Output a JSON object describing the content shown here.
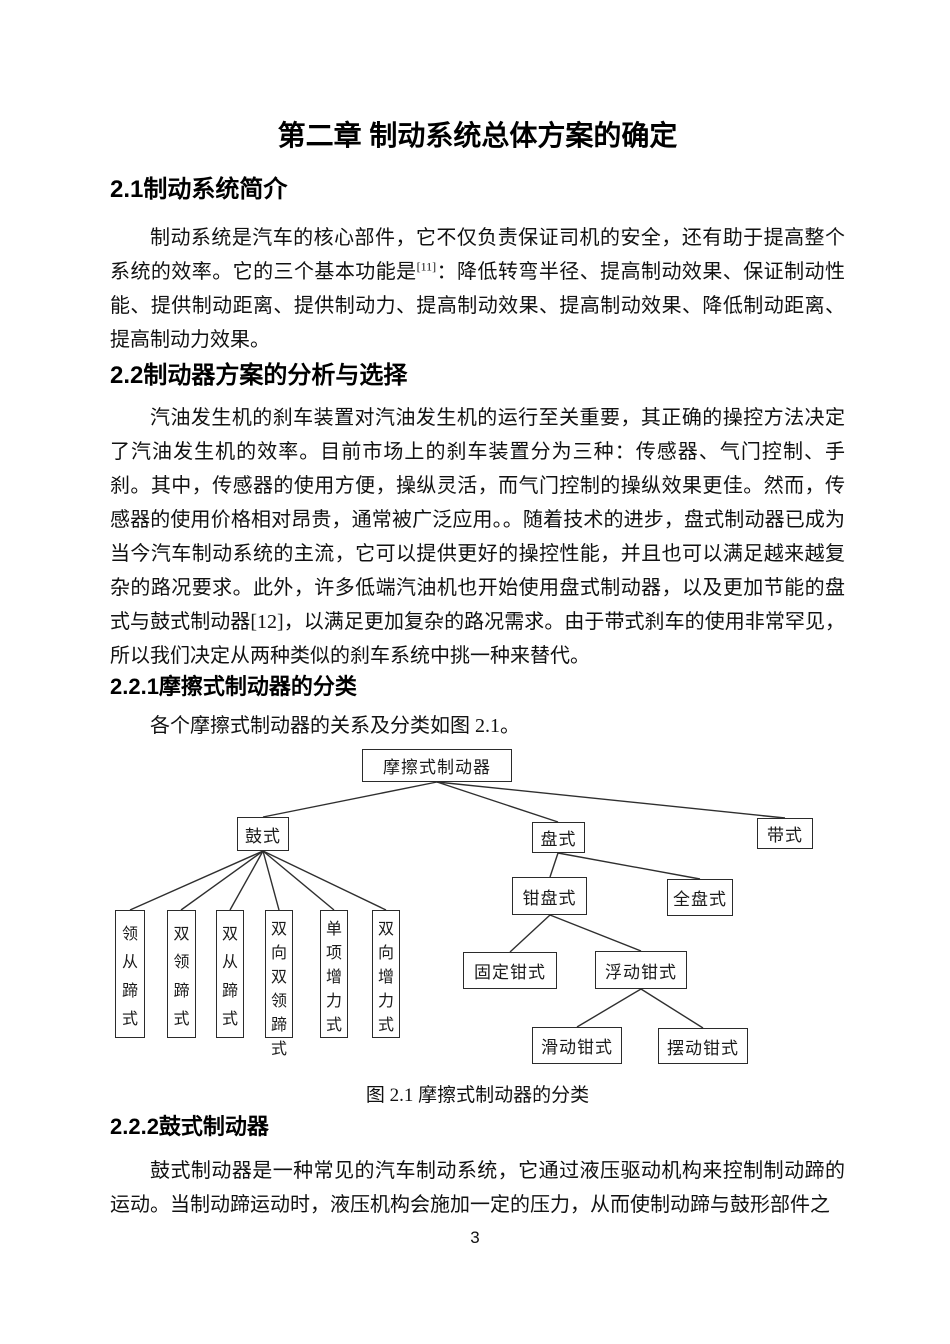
{
  "page": {
    "number": "3"
  },
  "chapter": {
    "title": "第二章 制动系统总体方案的确定"
  },
  "sections": {
    "s21": {
      "heading": "2.1制动系统简介",
      "para_start": "制动系统是汽车的核心部件，它不仅负责保证司机的安全，还有助于提高整个系统的效率。它的三个基本功能是",
      "citation": "[11]",
      "para_end": "：降低转弯半径、提高制动效果、保证制动性能、提供制动距离、提供制动力、提高制动效果、提高制动效果、降低制动距离、提高制动力效果。"
    },
    "s22": {
      "heading": "2.2制动器方案的分析与选择",
      "para": "汽油发生机的刹车装置对汽油发生机的运行至关重要，其正确的操控方法决定了汽油发生机的效率。目前市场上的刹车装置分为三种：传感器、气门控制、手刹。其中，传感器的使用方便，操纵灵活，而气门控制的操纵效果更佳。然而，传感器的使用价格相对昂贵，通常被广泛应用。。随着技术的进步，盘式制动器已成为当今汽车制动系统的主流，它可以提供更好的操控性能，并且也可以满足越来越复杂的路况要求。此外，许多低端汽油机也开始使用盘式制动器，以及更加节能的盘式与鼓式制动器[12]，以满足更加复杂的路况需求。由于带式刹车的使用非常罕见，所以我们决定从两种类似的刹车系统中挑一种来替代。"
    },
    "s221": {
      "heading": "2.2.1摩擦式制动器的分类",
      "intro": "各个摩擦式制动器的关系及分类如图 2.1。"
    },
    "s222": {
      "heading": "2.2.2鼓式制动器",
      "para": "鼓式制动器是一种常见的汽车制动系统，它通过液压驱动机构来控制制动蹄的运动。当制动蹄运动时，液压机构会施加一定的压力，从而使制动蹄与鼓形部件之"
    }
  },
  "figure": {
    "caption": "图 2.1 摩擦式制动器的分类",
    "tree": {
      "root": "摩擦式制动器",
      "level1": [
        "鼓式",
        "盘式",
        "带式"
      ],
      "drum_types": [
        "领从蹄式",
        "双领蹄式",
        "双从蹄式",
        "双向双领蹄式",
        "单项增力式",
        "双向增力式"
      ],
      "disc_types": [
        "钳盘式",
        "全盘式"
      ],
      "caliper_types": [
        "固定钳式",
        "浮动钳式"
      ],
      "floating_types": [
        "滑动钳式",
        "摆动钳式"
      ]
    }
  }
}
